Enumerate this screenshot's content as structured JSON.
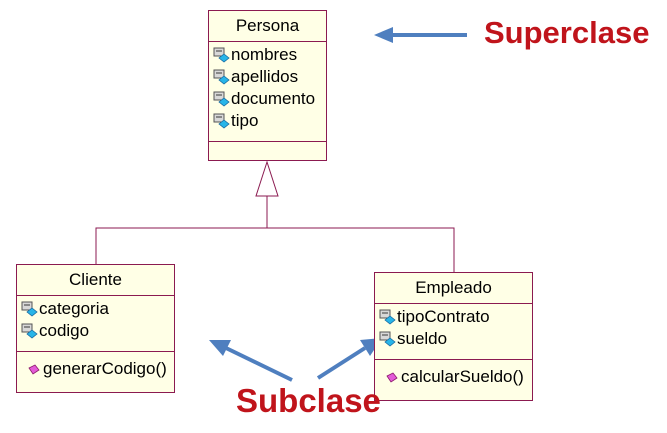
{
  "superclass": {
    "name": "Persona",
    "attributes": [
      "nombres",
      "apellidos",
      "documento",
      "tipo"
    ],
    "operations": []
  },
  "subclasses": [
    {
      "name": "Cliente",
      "attributes": [
        "categoria",
        "codigo"
      ],
      "operations": [
        "generarCodigo()"
      ]
    },
    {
      "name": "Empleado",
      "attributes": [
        "tipoContrato",
        "sueldo"
      ],
      "operations": [
        "calcularSueldo()"
      ]
    }
  ],
  "labels": {
    "superclass": "Superclase",
    "subclass": "Subclase"
  },
  "icons": {
    "attribute": "field-lock-icon",
    "operation": "method-icon"
  },
  "colors": {
    "class_fill": "#ffffe6",
    "class_border": "#8b1a50",
    "label": "#c0141b",
    "arrow": "#4f7fbf"
  }
}
